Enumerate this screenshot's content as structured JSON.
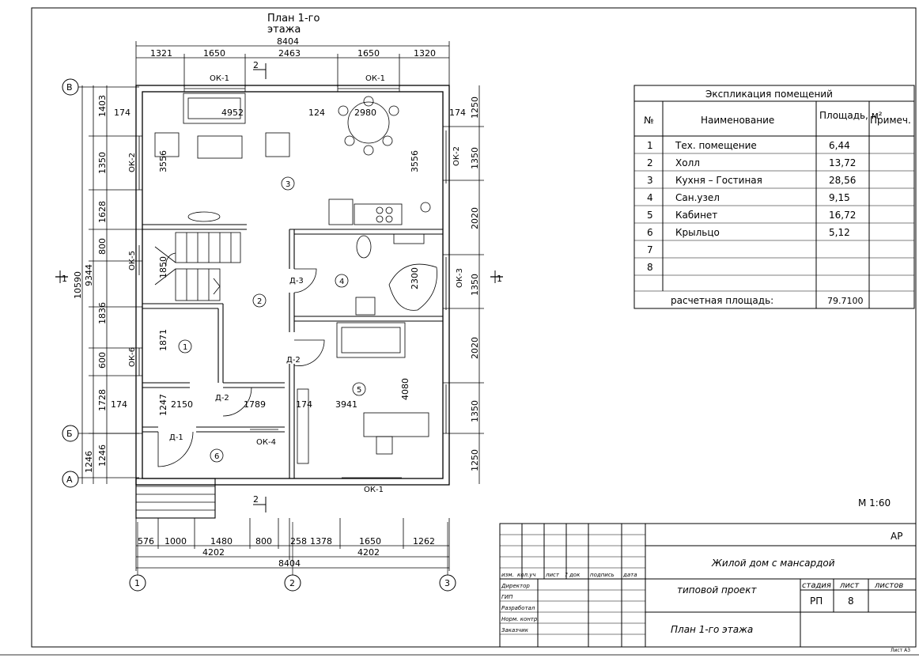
{
  "plan": {
    "title": "План 1-го этажа",
    "title_line1": "План 1-го",
    "title_line2": "этажа",
    "overall_dim": "8404",
    "top_dims": [
      "1321",
      "1650",
      "2463",
      "1650",
      "1320"
    ],
    "bottom_dims": [
      "576",
      "1000",
      "1480",
      "800",
      "258",
      "1378",
      "1650",
      "1262"
    ],
    "bottom_half_dims": [
      "4202",
      "4202"
    ],
    "bottom_overall": "8404",
    "left_dims": [
      "1403",
      "1350",
      "1628",
      "800",
      "1836",
      "600",
      "1728",
      "1246"
    ],
    "left_overall_inner": "9344",
    "left_overall": "10590",
    "right_dims": [
      "1250",
      "1350",
      "2020",
      "1350",
      "2020",
      "1350",
      "1250"
    ],
    "inner_dims": [
      "4952",
      "2980",
      "3556",
      "3556",
      "174",
      "1871",
      "2150",
      "1789",
      "3941",
      "4080",
      "2300",
      "1850",
      "1247",
      "124"
    ],
    "axes_rows": [
      "В",
      "Б",
      "А"
    ],
    "axes_cols": [
      "1",
      "2",
      "3"
    ],
    "section_mark": "1",
    "cut_mark": "2",
    "windows": [
      "ОК-1",
      "ОК-1",
      "ОК-1",
      "ОК-2",
      "ОК-2",
      "ОК-3",
      "ОК-4",
      "ОК-5",
      "ОК-6"
    ],
    "doors": [
      "Д-1",
      "Д-2",
      "Д-2",
      "Д-3"
    ],
    "room_numbers": [
      "1",
      "2",
      "3",
      "4",
      "5",
      "6"
    ],
    "scale": "М 1:60"
  },
  "explication": {
    "title": "Экспликация помещений",
    "headers": [
      "№",
      "Наименование",
      "Площадь, м²",
      "Примеч."
    ],
    "rows": [
      [
        "1",
        "Тех. помещение",
        "6,44",
        ""
      ],
      [
        "2",
        "Холл",
        "13,72",
        ""
      ],
      [
        "3",
        "Кухня – Гостиная",
        "28,56",
        ""
      ],
      [
        "4",
        "Сан.узел",
        "9,15",
        ""
      ],
      [
        "5",
        "Кабинет",
        "16,72",
        ""
      ],
      [
        "6",
        "Крыльцо",
        "5,12",
        ""
      ],
      [
        "7",
        "",
        "",
        ""
      ],
      [
        "8",
        "",
        "",
        ""
      ],
      [
        "",
        "",
        "",
        ""
      ]
    ],
    "total_label": "расчетная площадь:",
    "total_value": "79.7100"
  },
  "stamp": {
    "code": "АР",
    "project": "Жилой дом с мансардой",
    "type": "типовой проект",
    "sheet_title": "План 1-го этажа",
    "col_headers": [
      "изм.",
      "кол.уч",
      "лист",
      "? док",
      "подпись",
      "дата"
    ],
    "roles": [
      "Директор",
      "ГИП",
      "Разработал",
      "Норм. контр.",
      "Заказчик"
    ],
    "stage_label": "стадия",
    "sheet_label": "лист",
    "sheets_label": "листов",
    "stage": "РП",
    "sheet": "8",
    "sheet_tag": "Лист А3"
  },
  "colors": {
    "ink": "#000000",
    "paper": "#ffffff"
  }
}
